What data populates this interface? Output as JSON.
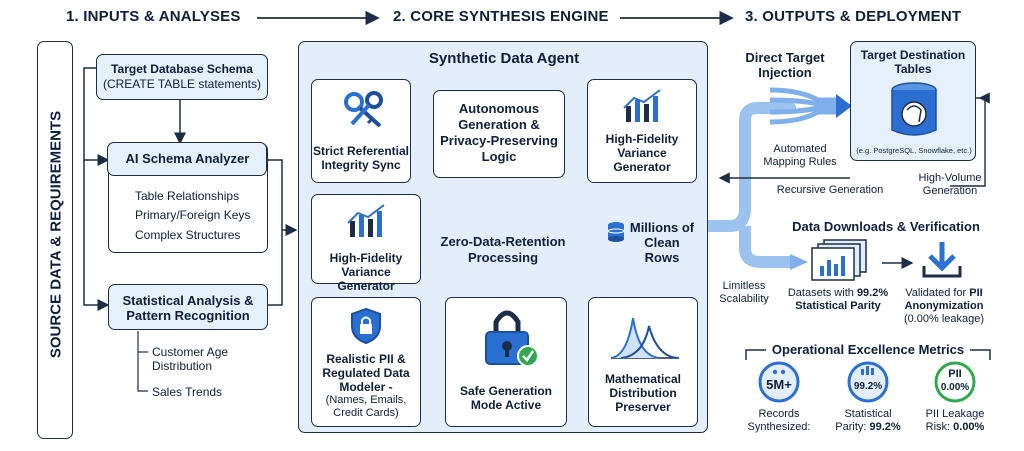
{
  "stages": {
    "s1": "1. INPUTS & ANALYSES",
    "s2": "2. CORE SYNTHESIS ENGINE",
    "s3": "3. OUTPUTS & DEPLOYMENT"
  },
  "left": {
    "vertical_label": "SOURCE DATA & REQUIREMENTS",
    "schema_box": {
      "line1": "Target Database Schema",
      "line2": "(CREATE TABLE statements)"
    },
    "analyzer": {
      "title": "AI Schema Analyzer",
      "items": [
        "Table Relationships",
        "Primary/Foreign Keys",
        "Complex Structures"
      ]
    },
    "statistical": {
      "line1": "Statistical Analysis &",
      "line2": "Pattern Recognition",
      "items": [
        "Customer Age Distribution",
        "Sales Trends"
      ]
    }
  },
  "core": {
    "title": "Synthetic Data Agent",
    "referential": {
      "line1": "Strict Referential",
      "line2": "Integrity Sync"
    },
    "autonomous": {
      "line1": "Autonomous",
      "line2": "Generation &",
      "line3": "Privacy-Preserving",
      "line4": "Logic"
    },
    "variance_top": {
      "line1": "High-Fidelity",
      "line2": "Variance",
      "line3": "Generator"
    },
    "variance_left": {
      "line1": "High-Fidelity",
      "line2": "Variance Generator"
    },
    "zero_retention": {
      "line1": "Zero-Data-Retention",
      "line2": "Processing"
    },
    "millions": {
      "line1": "Millions of",
      "line2": "Clean Rows"
    },
    "pii": {
      "line1": "Realistic PII &",
      "line2": "Regulated Data",
      "line3": "Modeler -",
      "line4": "(Names, Emails,",
      "line5": "Credit Cards)"
    },
    "safe": {
      "line1": "Safe Generation",
      "line2": "Mode Active"
    },
    "math": {
      "line1": "Mathematical",
      "line2": "Distribution",
      "line3": "Preserver"
    }
  },
  "outputs": {
    "direct": {
      "line1": "Direct Target",
      "line2": "Injection"
    },
    "mapping": {
      "line1": "Automated",
      "line2": "Mapping Rules"
    },
    "destination": {
      "line1": "Target Destination",
      "line2": "Tables",
      "db_note": "(e.g. PostgreSQL, Snowflake, etc.)"
    },
    "recursive": "Recursive Generation",
    "high_volume": {
      "line1": "High-Volume",
      "line2": "Generation"
    },
    "limitless": {
      "line1": "Limitless",
      "line2": "Scalability"
    },
    "downloads_title": "Data Downloads & Verification",
    "datasets": {
      "line1": "Datasets with",
      "pct": "99.2%",
      "line2": "Statistical Parity"
    },
    "validated": {
      "line1": "Validated for",
      "pii": "PII",
      "line2": "Anonymization",
      "line3": "(0.00% leakage)"
    },
    "metrics": {
      "title": "Operational Excellence Metrics",
      "items": [
        {
          "badge": "5M+",
          "label1": "Records",
          "label2": "Synthesized:",
          "value": ""
        },
        {
          "badge": "99.2%",
          "label1": "Statistical",
          "label2": "Parity: ",
          "value": "99.2%"
        },
        {
          "badge_top": "PII",
          "badge": "0.00%",
          "label1": "PII Leakage",
          "label2": "Risk: ",
          "value": "0.00%"
        }
      ]
    }
  },
  "colors": {
    "accent": "#2a6fd1",
    "dark": "#0f1f3a",
    "panel": "#e6f0fb",
    "green": "#2fa84f"
  }
}
